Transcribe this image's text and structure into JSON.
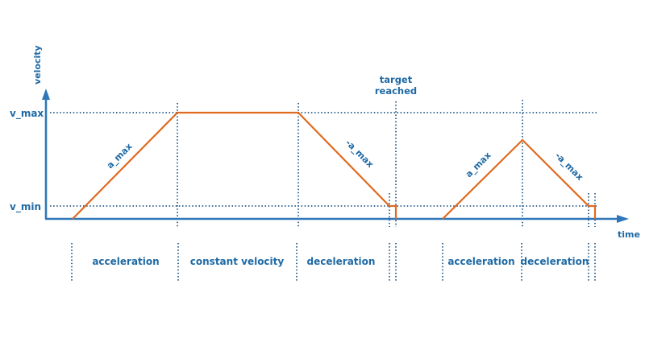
{
  "axes": {
    "y_label": "velocity",
    "x_label": "time",
    "v_max_label": "v_max",
    "v_min_label": "v_min"
  },
  "annotations": {
    "target_line1": "target",
    "target_line2": "reached",
    "slope_up_1": "a_max",
    "slope_down_1": "-a_max",
    "slope_up_2": "a_max",
    "slope_down_2": "-a_max"
  },
  "phases": [
    {
      "label": "acceleration"
    },
    {
      "label": "constant velocity"
    },
    {
      "label": "deceleration"
    },
    {
      "label": "acceleration"
    },
    {
      "label": "deceleration"
    }
  ],
  "colors": {
    "profile": "#e06a1f",
    "axis": "#2f77b8",
    "text": "#1f6aa5",
    "guides": "#3c6d96"
  }
}
